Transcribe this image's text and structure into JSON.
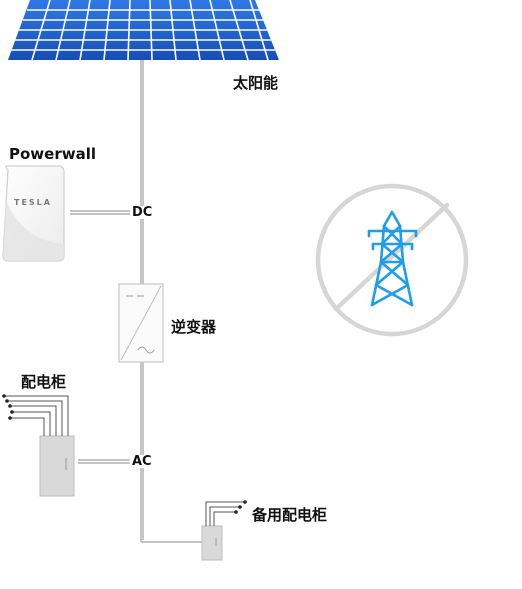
{
  "labels": {
    "solar": "太阳能",
    "powerwall": "Powerwall",
    "dc": "DC",
    "inverter": "逆变器",
    "panel": "配电柜",
    "ac": "AC",
    "backup_panel": "备用配电柜",
    "tesla_logo": "TESLA"
  },
  "colors": {
    "solar_panel": "#1f5fd0",
    "solar_grid": "#ffffff",
    "wire": "#9a9a9a",
    "grid_tower": "#1e9de8",
    "no_symbol": "#d4d4d4",
    "cabinet": "#d8d8d8"
  },
  "icons": {
    "grid": "power-tower-icon",
    "no_grid": "prohibited-icon"
  }
}
